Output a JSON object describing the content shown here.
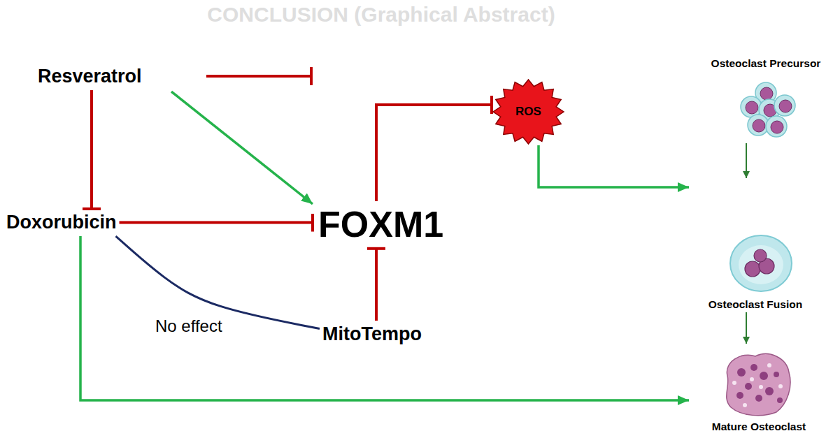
{
  "diagram": {
    "title": "CONCLUSION (Graphical Abstract)",
    "nodes": [
      {
        "text": [
          "Resveratrol"
        ]
      },
      {
        "text": [
          "Doxorubicin"
        ]
      },
      {
        "text": [
          "FOXM1"
        ]
      },
      {
        "text": [
          "MitoTempo"
        ]
      },
      {
        "text": [
          "ROS"
        ]
      },
      {
        "text": [
          "Osteoclast Precursor"
        ]
      },
      {
        "text": [
          "Osteoclast Fusion"
        ]
      },
      {
        "text": [
          "Mature Osteoclast"
        ]
      }
    ],
    "edges": [
      {
        "from": 0,
        "to": 1,
        "arrow": "to"
      },
      {
        "from": 0,
        "to": 2,
        "arrow": "to"
      },
      {
        "from": 1,
        "to": 2,
        "arrow": "to"
      },
      {
        "from": 1,
        "to": 3,
        "arrow": "none",
        "label": "No effect"
      },
      {
        "from": 3,
        "to": 2,
        "arrow": "to"
      },
      {
        "from": 2,
        "to": 4,
        "arrow": "to"
      },
      {
        "from": 4,
        "to": 6,
        "arrow": "to"
      },
      {
        "from": 1,
        "to": 7,
        "arrow": "to"
      },
      {
        "from": 5,
        "to": 6,
        "arrow": "to"
      },
      {
        "from": 6,
        "to": 7,
        "arrow": "to"
      }
    ]
  }
}
